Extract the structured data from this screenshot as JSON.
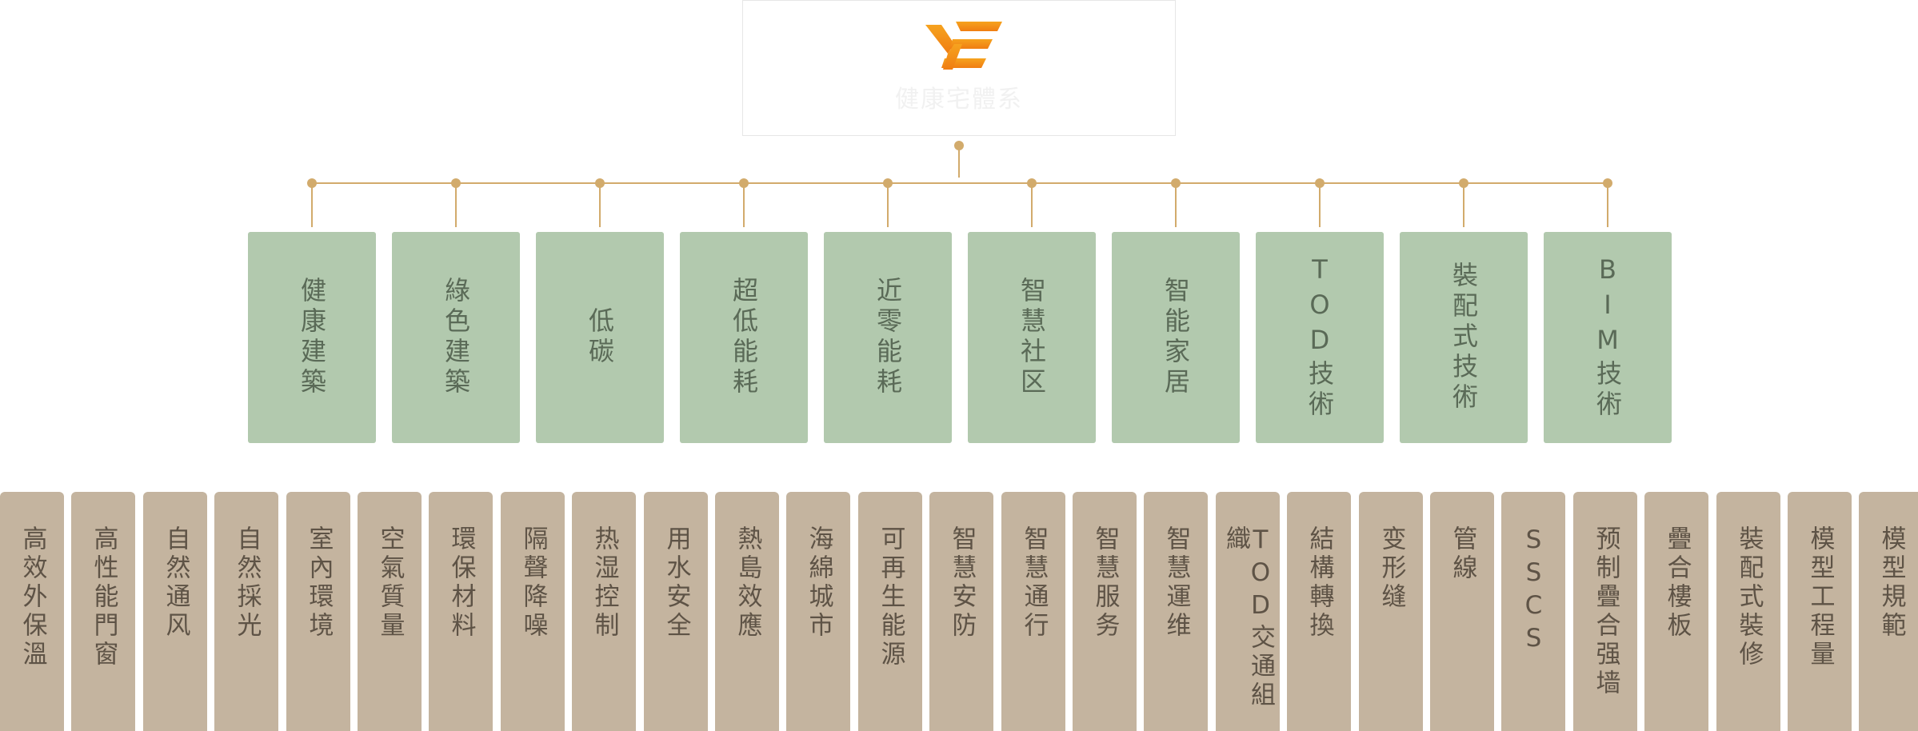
{
  "root": {
    "title": "健康宅體系",
    "logo": "ye-logo-icon"
  },
  "colors": {
    "connector": "#d2ab6c",
    "tier1_bg": "#b2c9ae",
    "tier1_text": "#5a6a57",
    "tier2_bg": "#c4b49f",
    "tier2_text": "#5e5346",
    "logo_top": "#f6a31f",
    "logo_bottom": "#f07d12"
  },
  "categories": [
    "健康建築",
    "綠色建築",
    "低碳",
    "超低能耗",
    "近零能耗",
    "智慧社区",
    "智能家居",
    "TOD技術",
    "裝配式技術",
    "BIM技術"
  ],
  "subitems": [
    "高效外保溫",
    "高性能門窗",
    "自然通风",
    "自然採光",
    "室內環境",
    "空氣質量",
    "環保材料",
    "隔聲降噪",
    "热湿控制",
    "用水安全",
    "熱島效應",
    "海綿城市",
    "可再生能源",
    "智慧安防",
    "智慧通行",
    "智慧服务",
    "智慧運维",
    "TOD交通組織",
    "結構轉換",
    "变形缝",
    "管線",
    "SSCS",
    "预制疊合强墙",
    "疊合樓板",
    "裝配式裝修",
    "模型工程量",
    "模型規範"
  ]
}
